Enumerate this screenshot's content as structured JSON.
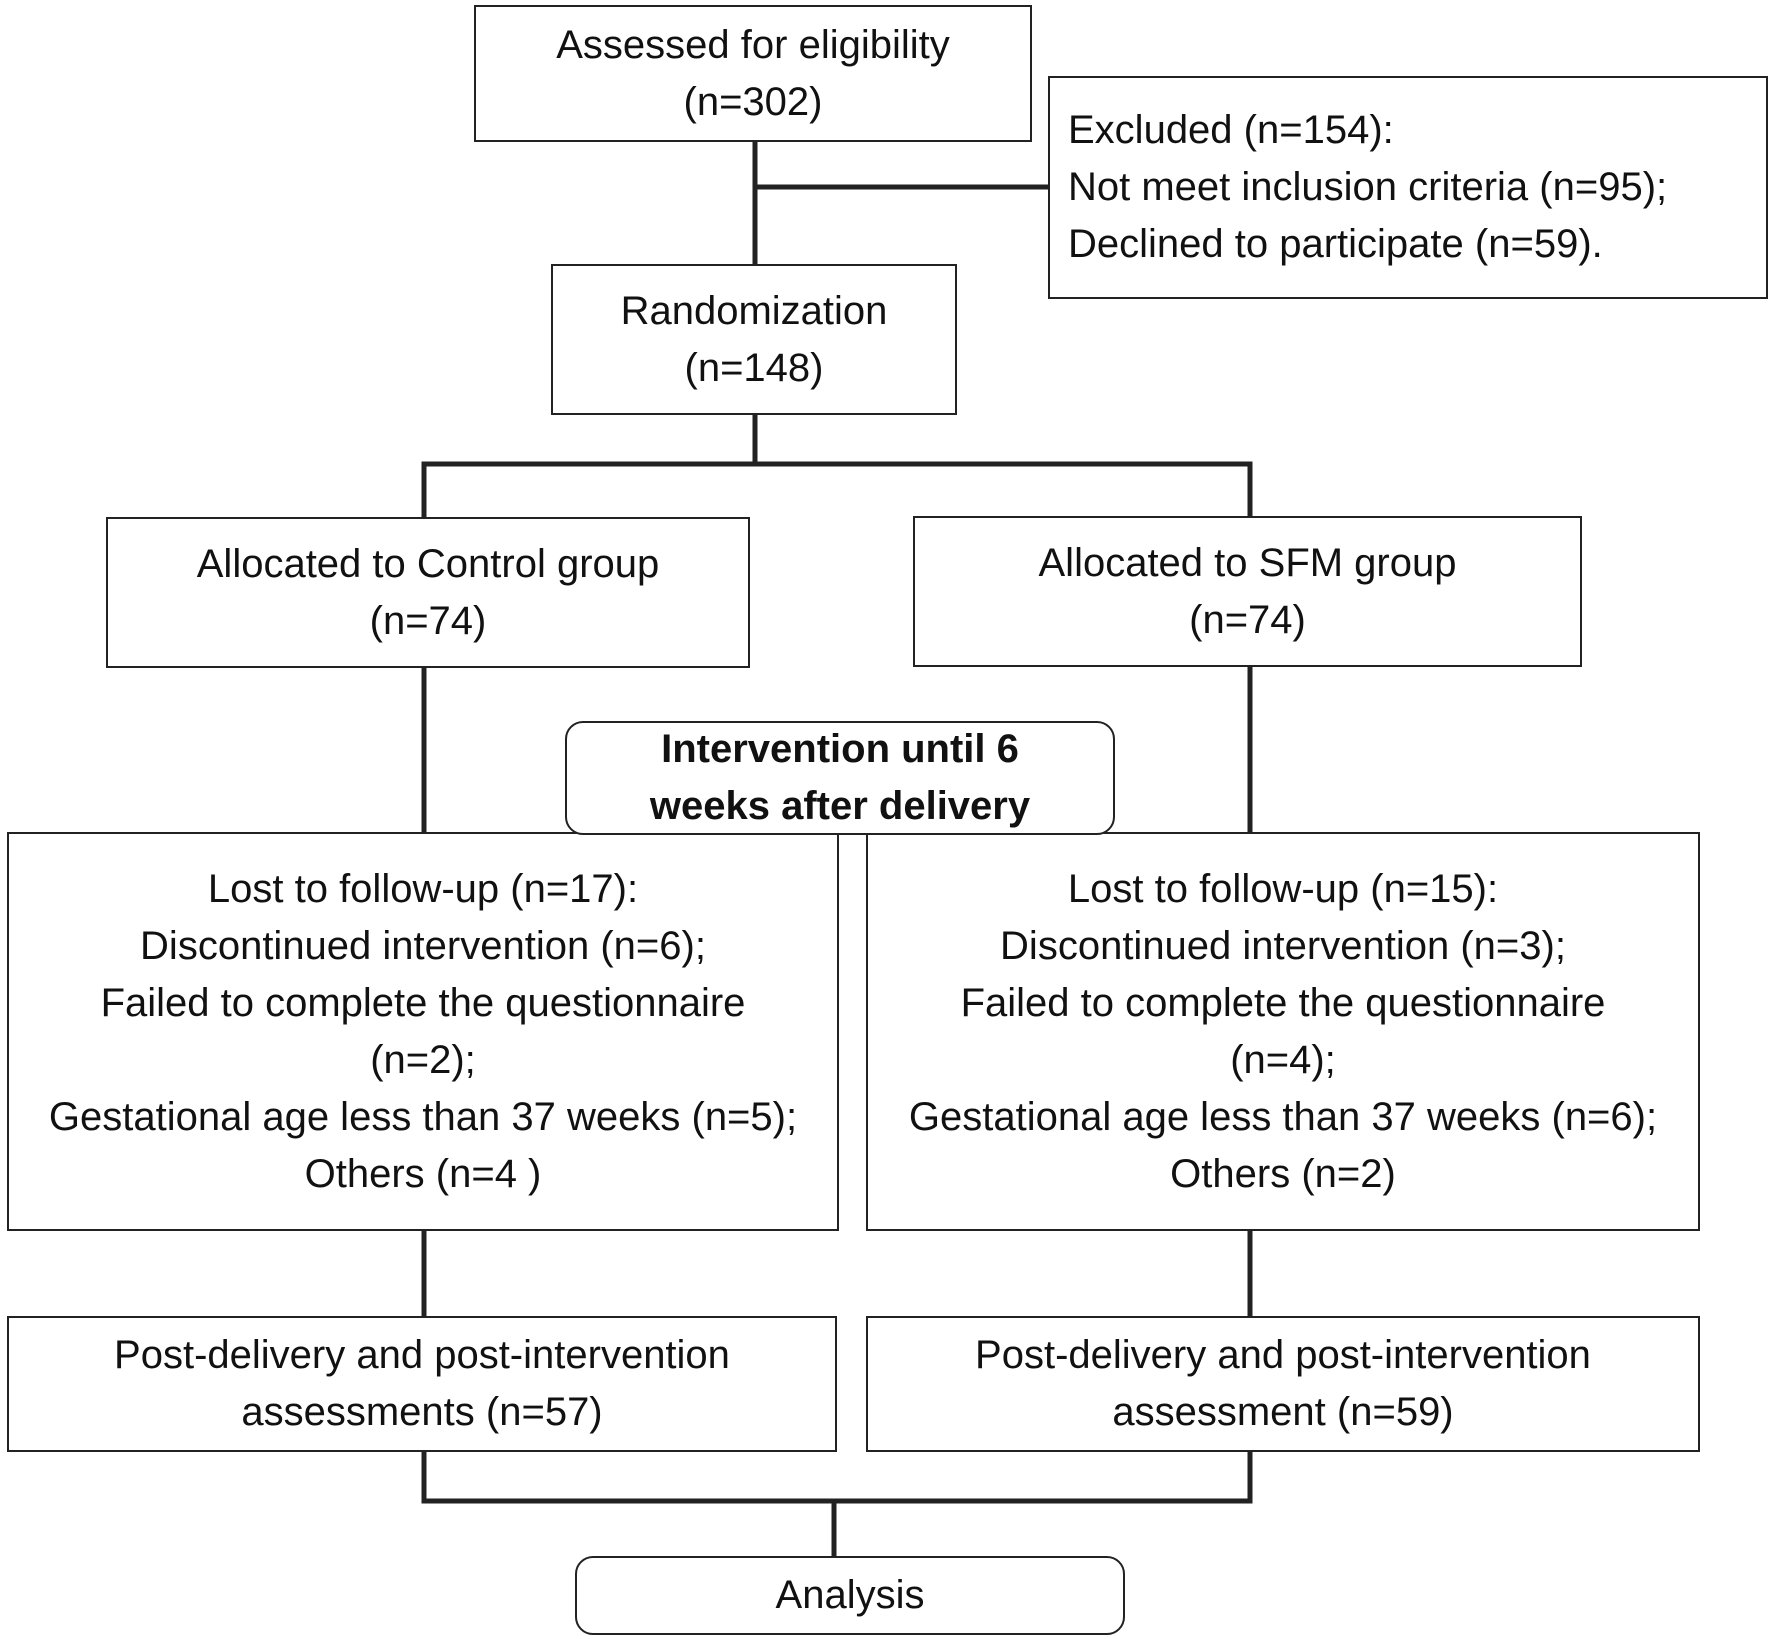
{
  "nodes": {
    "assessed": {
      "lines": [
        "Assessed for eligibility",
        "(n=302)"
      ]
    },
    "excluded": {
      "lines": [
        "Excluded (n=154):",
        "Not meet inclusion criteria (n=95);",
        "Declined to participate (n=59)."
      ]
    },
    "randomization": {
      "lines": [
        "Randomization",
        "(n=148)"
      ]
    },
    "control_alloc": {
      "lines": [
        "Allocated to Control group",
        "(n=74)"
      ]
    },
    "sfm_alloc": {
      "lines": [
        "Allocated to SFM group",
        "(n=74)"
      ]
    },
    "intervention": {
      "lines": [
        "Intervention until 6",
        "weeks after delivery"
      ]
    },
    "control_lost": {
      "lines": [
        "Lost to follow-up (n=17):",
        "Discontinued intervention (n=6);",
        "Failed to complete the questionnaire",
        "(n=2);",
        "Gestational age less than 37 weeks (n=5);",
        "Others (n=4 )"
      ]
    },
    "sfm_lost": {
      "lines": [
        "Lost to follow-up (n=15):",
        "Discontinued intervention (n=3);",
        "Failed to complete the questionnaire",
        "(n=4);",
        "Gestational age less than 37 weeks (n=6);",
        "Others (n=2)"
      ]
    },
    "control_post": {
      "lines": [
        "Post-delivery and post-intervention",
        "assessments (n=57)"
      ]
    },
    "sfm_post": {
      "lines": [
        "Post-delivery and post-intervention",
        "assessment (n=59)"
      ]
    },
    "analysis": {
      "lines": [
        "Analysis"
      ]
    }
  },
  "colors": {
    "line": "#222222",
    "box_border": "#222222",
    "background": "#ffffff"
  }
}
